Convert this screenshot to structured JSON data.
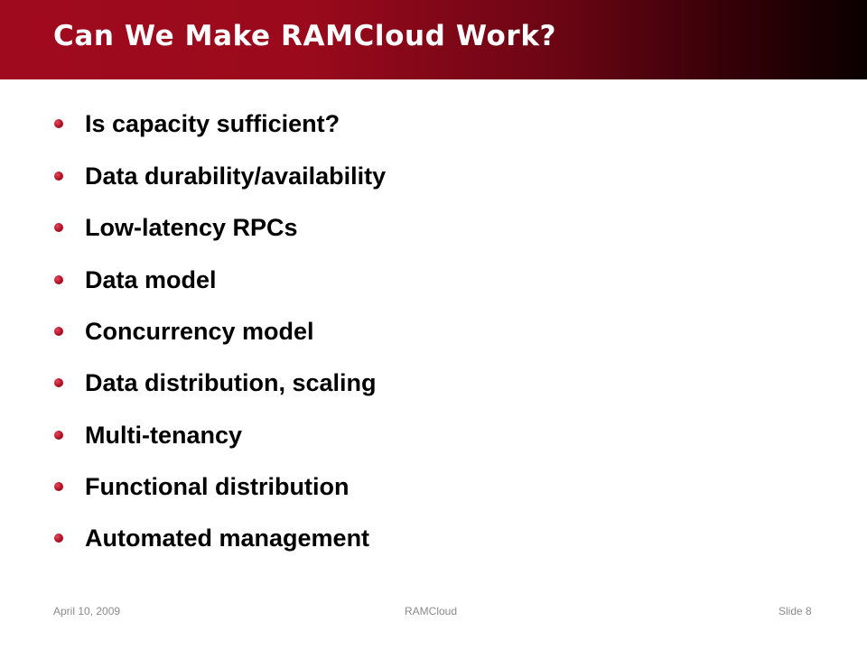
{
  "slide": {
    "title": "Can We Make RAMCloud Work?",
    "bullets": [
      "Is capacity sufficient?",
      "Data durability/availability",
      "Low-latency RPCs",
      "Data model",
      "Concurrency model",
      "Data distribution, scaling",
      "Multi-tenancy",
      "Functional distribution",
      "Automated management"
    ]
  },
  "footer": {
    "date": "April 10, 2009",
    "center": "RAMCloud",
    "slide_number": "Slide 8"
  },
  "colors": {
    "title_bar_start": "#a00a1e",
    "title_bar_end": "#0a0000",
    "bullet": "#b01025",
    "footer_text": "#8a8a8a"
  },
  "icons": {
    "bullet": "red-dot-bullet-icon"
  }
}
